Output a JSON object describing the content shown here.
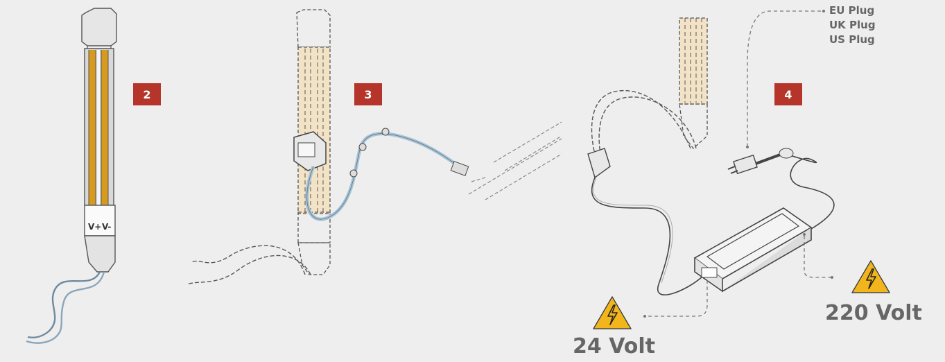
{
  "steps": [
    {
      "number": "2"
    },
    {
      "number": "3"
    },
    {
      "number": "4"
    }
  ],
  "strip_labels": {
    "plus": "V+",
    "minus": "V-"
  },
  "plug_options": [
    "EU Plug",
    "UK Plug",
    "US Plug"
  ],
  "voltages": {
    "low": "24 Volt",
    "high": "220 Volt"
  },
  "colors": {
    "badge": "#b5352b",
    "warning_fill": "#f2b51c",
    "strip_copper": "#d89a1e",
    "cable": "#a9c3d6",
    "background": "#eeeeee"
  },
  "icons": [
    "warning-triangle-icon",
    "plug-icon"
  ]
}
